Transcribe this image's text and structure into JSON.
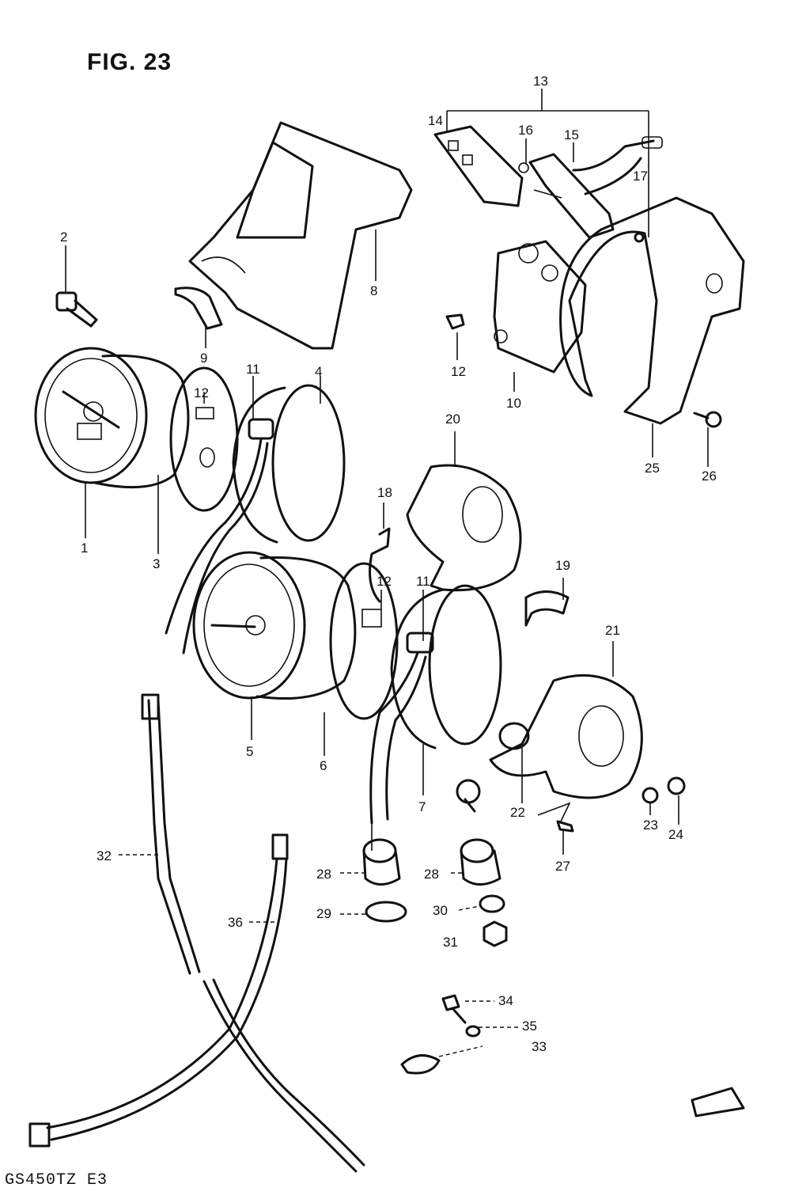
{
  "header": {
    "figure_title": "FIG. 23"
  },
  "footer": {
    "model_code": "GS450TZ  E3"
  },
  "callouts": [
    "1",
    "2",
    "3",
    "4",
    "5",
    "6",
    "7",
    "8",
    "9",
    "10",
    "11",
    "11",
    "12",
    "12",
    "12",
    "13",
    "14",
    "15",
    "16",
    "17",
    "18",
    "19",
    "20",
    "21",
    "22",
    "23",
    "24",
    "25",
    "26",
    "27",
    "28",
    "28",
    "29",
    "30",
    "31",
    "32",
    "33",
    "34",
    "35",
    "36"
  ]
}
